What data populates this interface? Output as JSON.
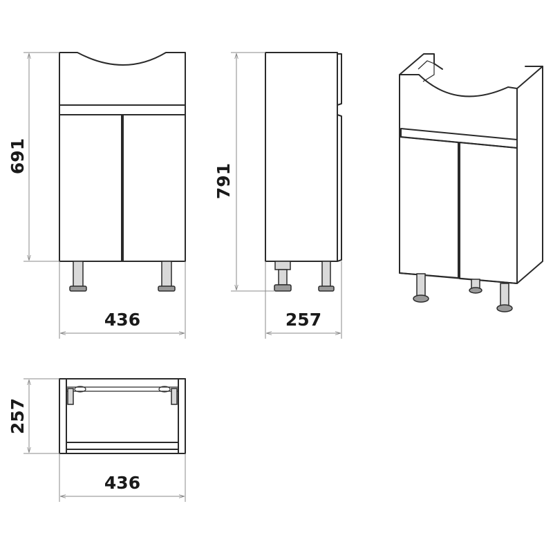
{
  "dimensions": {
    "front_height": "691",
    "side_height": "791",
    "front_width": "436",
    "side_depth": "257",
    "top_depth": "257",
    "top_width": "436"
  },
  "colors": {
    "line": "#2a2a2a",
    "dimension_line": "#8a8a8a",
    "shading": "#d9d9d9"
  }
}
